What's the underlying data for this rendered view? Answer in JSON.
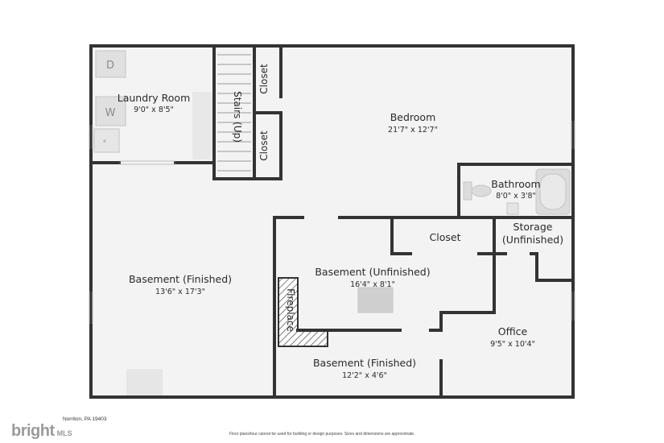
{
  "rooms": {
    "laundry": {
      "name": "Laundry Room",
      "dims": "9'0\" x 8'5\""
    },
    "stairs": {
      "name": "Stairs (Up)"
    },
    "closet_top": {
      "name": "Closet"
    },
    "closet_bottom": {
      "name": "Closet"
    },
    "bedroom": {
      "name": "Bedroom",
      "dims": "21'7\" x 12'7\""
    },
    "bathroom": {
      "name": "Bathroom",
      "dims": "8'0\" x 3'8\""
    },
    "storage": {
      "name_line1": "Storage",
      "name_line2": "(Unfinished)"
    },
    "closet_mid": {
      "name": "Closet"
    },
    "basement_left": {
      "name": "Basement (Finished)",
      "dims": "13'6\" x 17'3\""
    },
    "basement_unf": {
      "name": "Basement (Unfinished)",
      "dims": "16'4\" x 8'1\""
    },
    "fireplace": {
      "name": "Fireplace"
    },
    "office": {
      "name": "Office",
      "dims": "9'5\" x 10'4\""
    },
    "basement_bottom": {
      "name": "Basement (Finished)",
      "dims": "12'2\" x 4'6\""
    }
  },
  "fixtures": {
    "dryer_letter": "D",
    "washer_letter": "W"
  },
  "footer": {
    "address": "Norriton, PA 19403",
    "disclaimer": "Floor plans/tour cannot be used for building or design purposes. Sizes and dimensions are approximate."
  },
  "logo": {
    "main": "bright",
    "sub": "MLS"
  },
  "colors": {
    "wall": "#333333",
    "floor": "#f3f3f3",
    "fixture": "#d9d9d9"
  }
}
